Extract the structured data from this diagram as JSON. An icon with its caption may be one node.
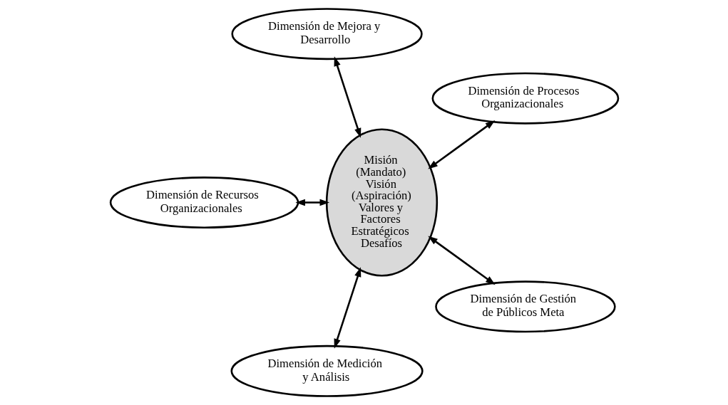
{
  "diagram": {
    "nodes": [
      {
        "text": [
          "Dimensión de Procesos Organizacionales"
        ]
      },
      {
        "text": [
          "Dimensión de Mejora y Desarrollo"
        ]
      },
      {
        "text": [
          "Dimensión de Recursos Organizacionales"
        ]
      },
      {
        "text": [
          "Misión",
          "(Mandato)",
          "Visión",
          "(Aspiración)",
          "Valores y Factores Estratégicos",
          "Desafíos"
        ]
      },
      {
        "text": [
          "Dimensión de Medición y Análisis"
        ]
      },
      {
        "text": [
          "Dimensión de Gestión de Públicos Meta"
        ]
      }
    ],
    "edges": [
      {
        "from": 3,
        "to": 0,
        "arrow": "both"
      },
      {
        "from": 3,
        "to": 1,
        "arrow": "both"
      },
      {
        "from": 3,
        "to": 2,
        "arrow": "both"
      },
      {
        "from": 3,
        "to": 4,
        "arrow": "both"
      },
      {
        "from": 3,
        "to": 5,
        "arrow": "both"
      }
    ]
  }
}
